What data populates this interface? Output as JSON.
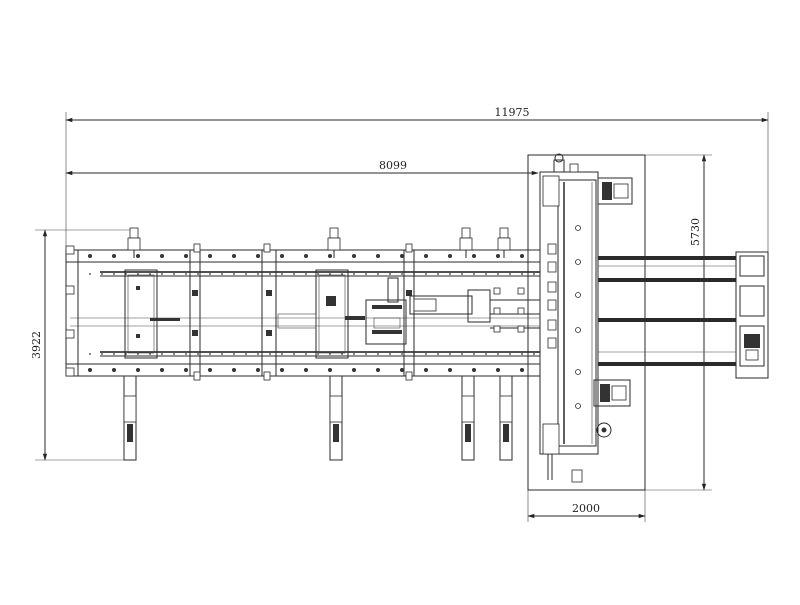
{
  "dimensions": {
    "overall_length": "11975",
    "frame_length": "8099",
    "frame_width": "3922",
    "station_length": "5730",
    "station_width": "2000"
  }
}
